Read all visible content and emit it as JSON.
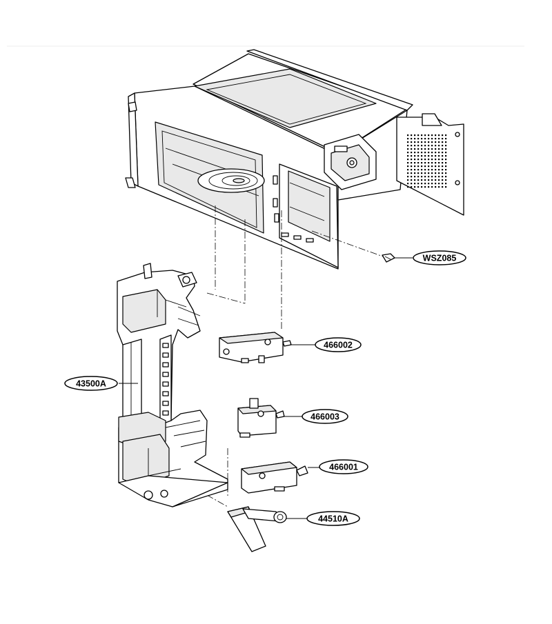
{
  "callouts": {
    "screw": "WSZ085",
    "switch_top": "466002",
    "latch_assembly": "43500A",
    "switch_middle": "466003",
    "switch_bottom": "466001",
    "lever": "44510A"
  }
}
